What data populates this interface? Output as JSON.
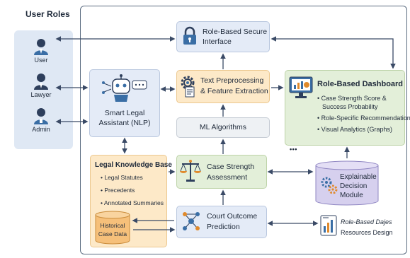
{
  "roles": {
    "title": "User Roles",
    "items": [
      {
        "label": "User"
      },
      {
        "label": "Lawyer"
      },
      {
        "label": "Admin"
      }
    ]
  },
  "secure_interface": {
    "line1": "Role-Based Secure",
    "line2": "Interface"
  },
  "preprocessing": {
    "line1": "Text Preprocessing",
    "line2": "& Feature Extraction"
  },
  "assistant": {
    "line1": "Smart Legal",
    "line2": "Assistant (NLP)"
  },
  "ml": {
    "label": "ML Algorithms"
  },
  "dashboard": {
    "title": "Role-Based Dashboard",
    "bullets": [
      "Case Strength Score &",
      "Success Probability",
      "Role-Specific Recommendations",
      "Visual Analytics (Graphs)"
    ]
  },
  "ellipsis": "• • •",
  "knowledge": {
    "title": "Legal Knowledge Base",
    "items": [
      "Legal Statutes",
      "Precedents",
      "Annotated Summaries"
    ]
  },
  "historical": {
    "line1": "Historical",
    "line2": "Case Data"
  },
  "strength": {
    "line1": "Case Strength",
    "line2": "Assessment"
  },
  "explainable": {
    "line1": "Explainable",
    "line2": "Decision",
    "line3": "Module"
  },
  "court": {
    "line1": "Court Outcome",
    "line2": "Prediction"
  },
  "resources": {
    "line1": "Role-Based Dajes",
    "line2": "Resources Design"
  },
  "colors": {
    "blue_box": "#e4ebf7",
    "orange_box": "#fde9c8",
    "green_box": "#e3efd9",
    "gray_box": "#eef1f4",
    "lavender": "#d6d0ee",
    "arrow": "#3a4a66"
  }
}
